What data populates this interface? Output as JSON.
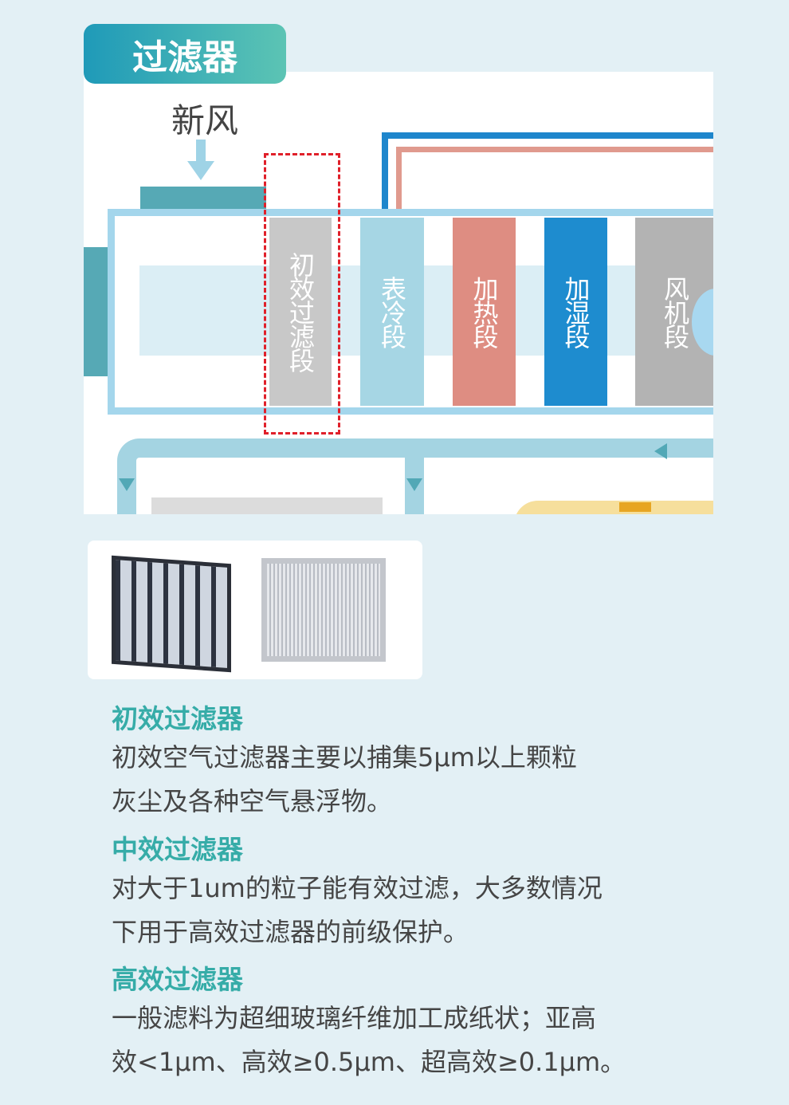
{
  "title": "过滤器",
  "diagram": {
    "fresh_air": "新风",
    "segments": [
      "初效过滤段",
      "表冷段",
      "加热段",
      "加湿段",
      "风机段"
    ]
  },
  "sections": [
    {
      "heading": "初效过滤器",
      "body_lines": [
        "初效空气过滤器主要以捕集5μm以上颗粒",
        "灰尘及各种空气悬浮物。"
      ]
    },
    {
      "heading": "中效过滤器",
      "body_lines": [
        "对大于1um的粒子能有效过滤，大多数情况",
        "下用于高效过滤器的前级保护。"
      ]
    },
    {
      "heading": "高效过滤器",
      "body_lines": [
        "一般滤料为超细玻璃纤维加工成纸状；亚高",
        "效<1μm、高效≥0.5μm、超高效≥0.1μm。"
      ]
    }
  ]
}
